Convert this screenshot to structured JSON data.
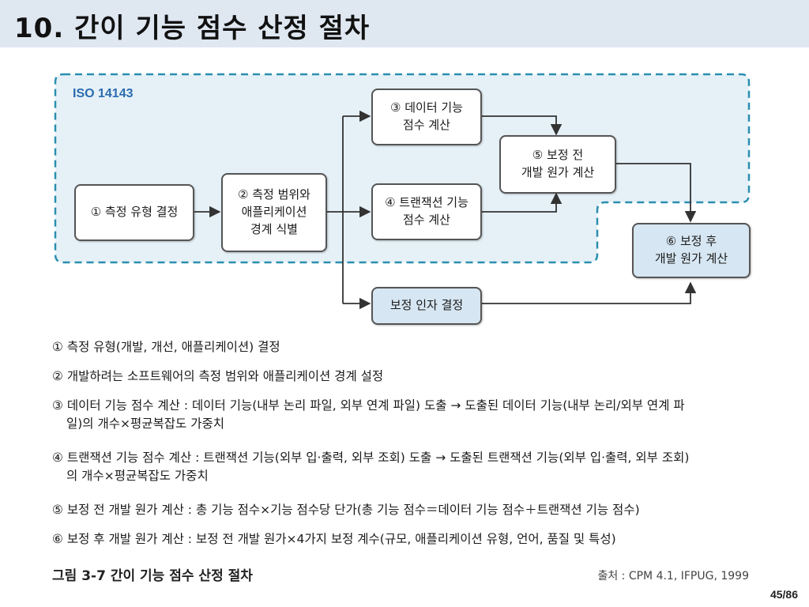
{
  "slide": {
    "title": "10.  간이 기능 점수 산정 절차",
    "page": "45/86"
  },
  "diagram": {
    "group_label": "ISO 14143",
    "nodes": [
      {
        "id": "n1",
        "label": "① 측정 유형 결정"
      },
      {
        "id": "n2",
        "label": "② 측정 범위와\n애플리케이션\n경계 식별"
      },
      {
        "id": "n3",
        "label": "③ 데이터 기능\n점수 계산"
      },
      {
        "id": "n4",
        "label": "④ 트랜잭션 기능\n점수 계산"
      },
      {
        "id": "n5",
        "label": "⑤ 보정 전\n개발 원가 계산"
      },
      {
        "id": "n6",
        "label": "⑥ 보정 후\n개발 원가 계산"
      },
      {
        "id": "n7",
        "label": "보정 인자 결정"
      }
    ],
    "colors": {
      "border": "#555555",
      "dashed_border": "#2a8fb0",
      "group_fill": "#e6f1f7",
      "blue_box": "#d6e6f2",
      "arrow": "#333333"
    }
  },
  "legend": [
    {
      "line1": "① 측정 유형(개발, 개선, 애플리케이션) 결정"
    },
    {
      "line1": "② 개발하려는 소프트웨어의 측정 범위와 애플리케이션 경계 설정"
    },
    {
      "line1": "③ 데이터 기능 점수 계산 : 데이터 기능(내부 논리 파일, 외부 연계 파일) 도출 → 도출된 데이터 기능(내부 논리/외부 연계 파",
      "line2": "일)의 개수×평균복잡도 가중치"
    },
    {
      "line1": "④ 트랜잭션 기능 점수 계산 : 트랜잭션 기능(외부 입·출력, 외부 조회) 도출 → 도출된 트랜잭션 기능(외부 입·출력, 외부 조회)",
      "line2": "의 개수×평균복잡도 가중치"
    },
    {
      "line1": "⑤ 보정 전 개발 원가 계산 : 총 기능 점수×기능 점수당 단가(총 기능 점수＝데이터 기능 점수＋트랜잭션 기능 점수)"
    },
    {
      "line1": "⑥ 보정 후 개발 원가 계산 : 보정 전 개발 원가×4가지 보정 계수(규모, 애플리케이션 유형, 언어, 품질 및 특성)"
    }
  ],
  "caption": {
    "figure": "그림 3-7  간이 기능 점수 산정 절차",
    "source": "출처 : CPM 4.1, IFPUG, 1999"
  }
}
